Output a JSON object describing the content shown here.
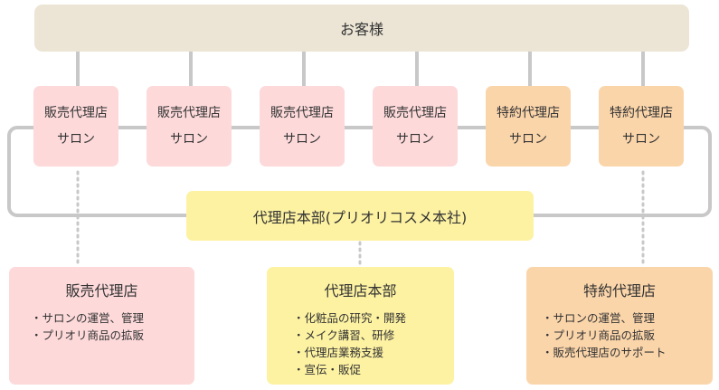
{
  "customer": "お客様",
  "salons": [
    {
      "type": "販売代理店",
      "name": "サロン"
    },
    {
      "type": "販売代理店",
      "name": "サロン"
    },
    {
      "type": "販売代理店",
      "name": "サロン"
    },
    {
      "type": "販売代理店",
      "name": "サロン"
    },
    {
      "type": "特約代理店",
      "name": "サロン"
    },
    {
      "type": "特約代理店",
      "name": "サロン"
    }
  ],
  "headquarters": "代理店本部(プリオリコスメ本社)",
  "info_boxes": [
    {
      "title": "販売代理店",
      "items": [
        "サロンの運営、管理",
        "プリオリ商品の拡販"
      ]
    },
    {
      "title": "代理店本部",
      "items": [
        "化粧品の研究・開発",
        "メイク講習、研修",
        "代理店業務支援",
        "宣伝・販促"
      ]
    },
    {
      "title": "特約代理店",
      "items": [
        "サロンの運営、管理",
        "プリオリ商品の拡販",
        "販売代理店のサポート"
      ]
    }
  ],
  "colors": {
    "customer_bg": "#ece5d5",
    "sales_agency_bg": "#fdd9da",
    "special_agency_bg": "#fbd5aa",
    "headquarters_bg": "#fdf2a2",
    "connector": "#c8c8c8"
  }
}
